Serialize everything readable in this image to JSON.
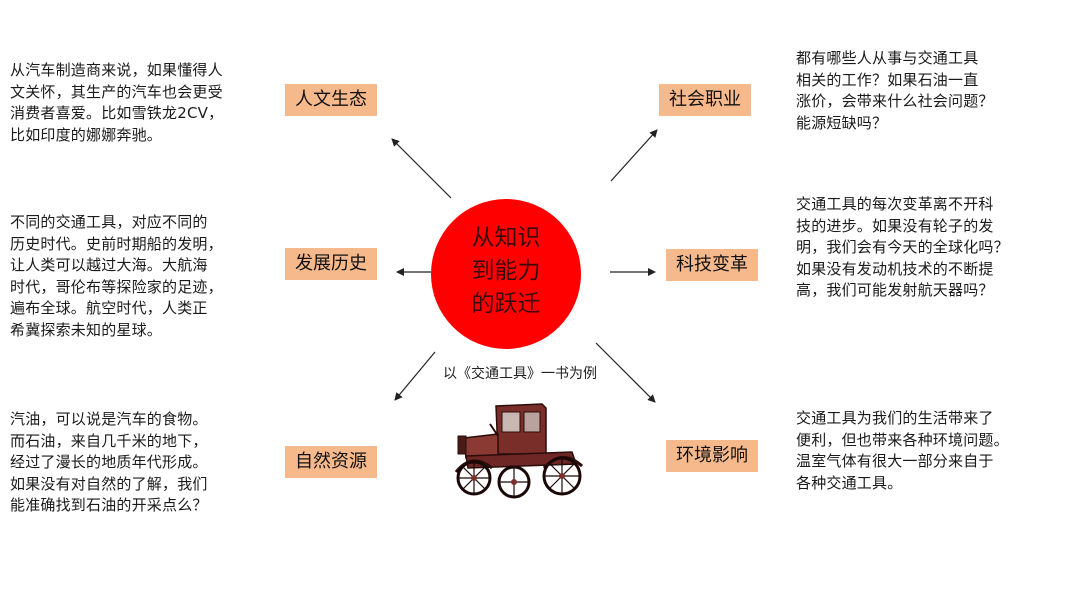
{
  "center": {
    "label": "从知识\n到能力\n的跃迁"
  },
  "caption": "以《交通工具》一书为例",
  "branches": {
    "culture": {
      "label": "人文生态",
      "text": "从汽车制造商来说，如果懂得人\n文关怀，其生产的汽车也会更受\n消费者喜爱。比如雪铁龙2CV，\n比如印度的娜娜奔驰。"
    },
    "history": {
      "label": "发展历史",
      "text": "不同的交通工具，对应不同的\n历史时代。史前时期船的发明，\n让人类可以越过大海。大航海\n时代，哥伦布等探险家的足迹，\n遍布全球。航空时代，人类正\n希冀探索未知的星球。"
    },
    "resources": {
      "label": "自然资源",
      "text": "汽油，可以说是汽车的食物。\n而石油，来自几千米的地下，\n经过了漫长的地质年代形成。\n如果没有对自然的了解，我们\n能准确找到石油的开采点么？"
    },
    "careers": {
      "label": "社会职业",
      "text": "都有哪些人从事与交通工具\n相关的工作？如果石油一直\n涨价，会带来什么社会问题？\n能源短缺吗？"
    },
    "technology": {
      "label": "科技变革",
      "text": "交通工具的每次变革离不开科\n技的进步。如果没有轮子的发\n明，我们会有今天的全球化吗？\n如果没有发动机技术的不断提\n高，我们可能发射航天器吗？"
    },
    "environment": {
      "label": "环境影响",
      "text": "交通工具为我们的生活带来了\n便利，但也带来各种环境问题。\n温室气体有很大一部分来自于\n各种交通工具。"
    }
  },
  "colors": {
    "hub": "#ff0000",
    "tag": "#f6b98b"
  },
  "illustration": "vintage-car"
}
